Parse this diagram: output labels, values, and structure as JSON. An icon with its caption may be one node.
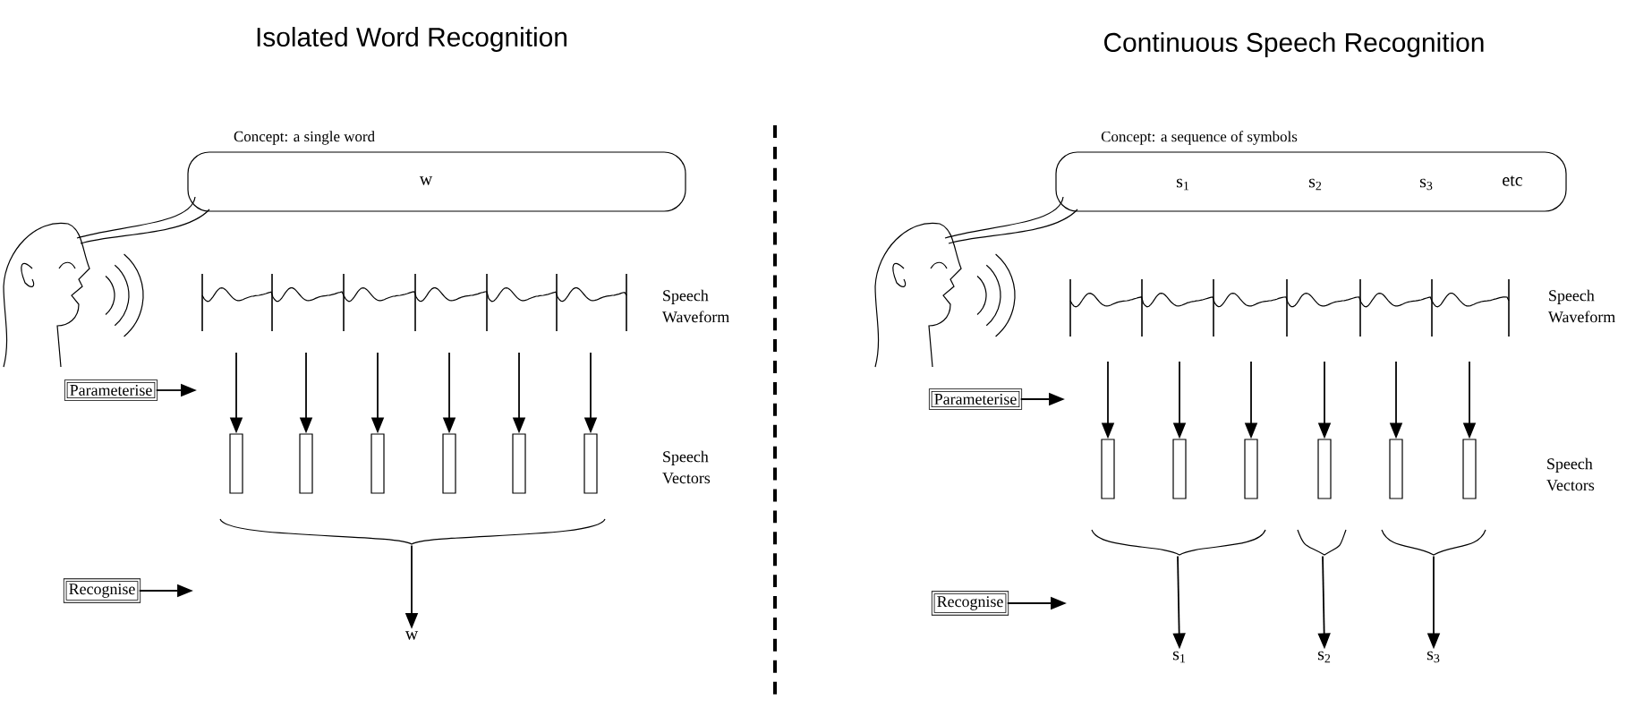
{
  "diagram": {
    "nodes": [
      {
        "text": [
          "Concept: a single word",
          "w"
        ]
      },
      {
        "text": [
          "Parameterise"
        ]
      },
      {
        "text": [
          "Recognise"
        ]
      },
      {
        "text": [],
        "shape": "bar"
      },
      {
        "text": [],
        "shape": "bar"
      },
      {
        "text": [],
        "shape": "bar"
      },
      {
        "text": [],
        "shape": "bar"
      },
      {
        "text": [],
        "shape": "bar"
      },
      {
        "text": [],
        "shape": "bar"
      },
      {
        "text": [
          "w"
        ]
      },
      {
        "text": [
          "Concept: a sequence of symbols",
          "s$_{1}$",
          "s$_{2}$",
          "s$_{3}$",
          "etc"
        ]
      },
      {
        "text": [
          "Parameterise"
        ]
      },
      {
        "text": [
          "Recognise"
        ]
      },
      {
        "text": [],
        "shape": "bar"
      },
      {
        "text": [],
        "shape": "bar"
      },
      {
        "text": [],
        "shape": "bar"
      },
      {
        "text": [],
        "shape": "bar"
      },
      {
        "text": [],
        "shape": "bar"
      },
      {
        "text": [],
        "shape": "bar"
      },
      {
        "text": [
          "s$_{1}$"
        ]
      },
      {
        "text": [
          "s$_{2}$"
        ]
      },
      {
        "text": [
          "s$_{3}$"
        ]
      },
      {
        "text": [],
        "shape": "brace"
      },
      {
        "text": [],
        "shape": "brace"
      },
      {
        "text": [],
        "shape": "brace"
      },
      {
        "text": [],
        "shape": "brace"
      }
    ],
    "edges": [
      {
        "from": 1,
        "to": null,
        "arrow": "to"
      },
      {
        "from": null,
        "to": 3,
        "arrow": "to"
      },
      {
        "from": null,
        "to": 4,
        "arrow": "to"
      },
      {
        "from": null,
        "to": 5,
        "arrow": "to"
      },
      {
        "from": null,
        "to": 6,
        "arrow": "to"
      },
      {
        "from": null,
        "to": 7,
        "arrow": "to"
      },
      {
        "from": null,
        "to": 8,
        "arrow": "to"
      },
      {
        "from": 2,
        "to": null,
        "arrow": "to"
      },
      {
        "from": 22,
        "to": 9,
        "arrow": "to"
      },
      {
        "from": 11,
        "to": null,
        "arrow": "to"
      },
      {
        "from": null,
        "to": 13,
        "arrow": "to"
      },
      {
        "from": null,
        "to": 14,
        "arrow": "to"
      },
      {
        "from": null,
        "to": 15,
        "arrow": "to"
      },
      {
        "from": null,
        "to": 16,
        "arrow": "to"
      },
      {
        "from": null,
        "to": 17,
        "arrow": "to"
      },
      {
        "from": null,
        "to": 18,
        "arrow": "to"
      },
      {
        "from": 12,
        "to": null,
        "arrow": "to"
      },
      {
        "from": 23,
        "to": 19,
        "arrow": "to"
      },
      {
        "from": 24,
        "to": 20,
        "arrow": "to"
      },
      {
        "from": 25,
        "to": 21,
        "arrow": "to"
      }
    ],
    "labels": [
      "Isolated Word Recognition",
      "Continuous Speech Recognition",
      "Speech Waveform",
      "Speech Vectors",
      "Speech Waveform",
      "Speech Vectors"
    ]
  }
}
